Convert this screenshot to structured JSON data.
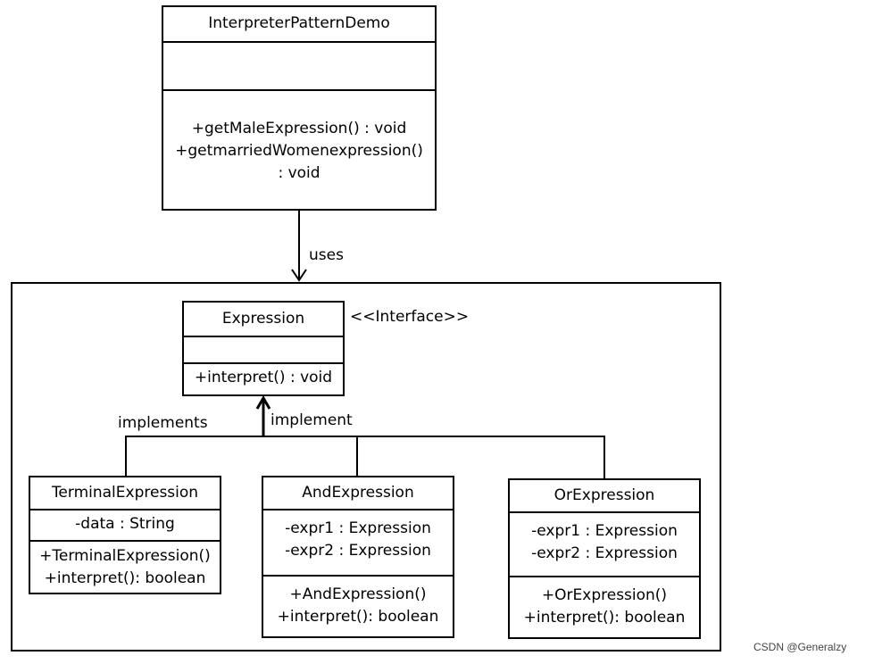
{
  "demo": {
    "name": "InterpreterPatternDemo",
    "methods": [
      "+getMaleExpression()  : void",
      "+getmarriedWomenexpression()",
      ": void"
    ]
  },
  "uses_label": "uses",
  "expression": {
    "name": "Expression",
    "stereotype": "<<Interface>>",
    "methods": [
      "+interpret() : void"
    ]
  },
  "implements_label": "implements",
  "implement_label": "implement",
  "terminal": {
    "name": "TerminalExpression",
    "attributes": [
      "-data : String"
    ],
    "methods": [
      "+TerminalExpression()",
      "+interpret(): boolean"
    ]
  },
  "and": {
    "name": "AndExpression",
    "attributes": [
      "-expr1 : Expression",
      "-expr2 : Expression"
    ],
    "methods": [
      "+AndExpression()",
      "+interpret(): boolean"
    ]
  },
  "or": {
    "name": "OrExpression",
    "attributes": [
      "-expr1 : Expression",
      "-expr2 : Expression"
    ],
    "methods": [
      "+OrExpression()",
      "+interpret(): boolean"
    ]
  },
  "watermark": "CSDN @Generalzy"
}
